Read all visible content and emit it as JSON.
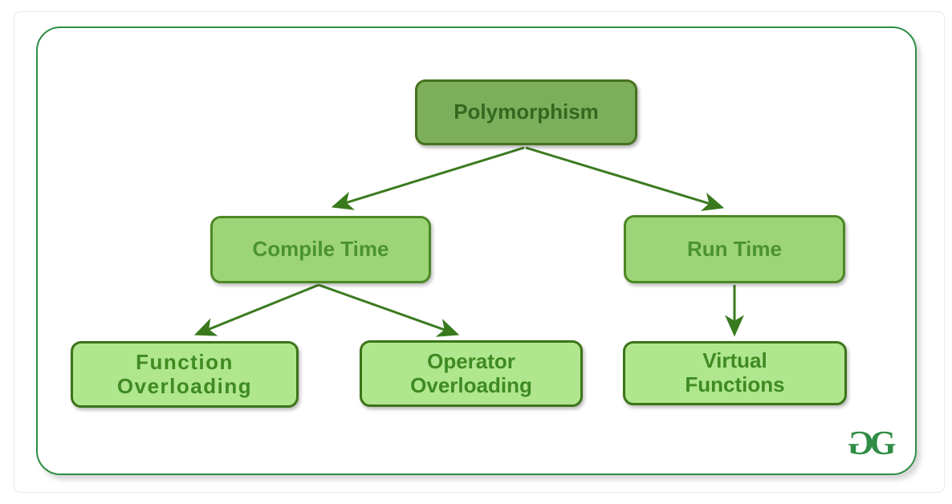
{
  "diagram": {
    "type": "tree",
    "title": "Polymorphism types hierarchy",
    "nodes": {
      "root": {
        "label": "Polymorphism",
        "level": 0
      },
      "compile_time": {
        "label": "Compile Time",
        "level": 1
      },
      "run_time": {
        "label": "Run Time",
        "level": 1
      },
      "function_overloading": {
        "label": "Function Overloading",
        "level": 2
      },
      "operator_overloading": {
        "label": "Operator Overloading",
        "level": 2
      },
      "virtual_functions": {
        "label": "Virtual Functions",
        "level": 2
      }
    },
    "edges": [
      {
        "from": "Polymorphism",
        "to": "Compile Time"
      },
      {
        "from": "Polymorphism",
        "to": "Run Time"
      },
      {
        "from": "Compile Time",
        "to": "Function Overloading"
      },
      {
        "from": "Compile Time",
        "to": "Operator Overloading"
      },
      {
        "from": "Run Time",
        "to": "Virtual Functions"
      }
    ],
    "colors": {
      "frame_green": "#2f8d46",
      "arrow_green": "#3a7a1e",
      "root_fill": "#7cae5c",
      "root_border": "#48721f",
      "root_text": "#33691f",
      "mid_fill": "#9ed478",
      "mid_border": "#4c8824",
      "mid_text": "#4a9330",
      "leaf_fill": "#afe68e",
      "leaf_border": "#3c7418",
      "leaf_text": "#3f8a22"
    }
  },
  "nodes": {
    "root": {
      "label": "Polymorphism"
    },
    "compile_time": {
      "label": "Compile Time"
    },
    "run_time": {
      "label": "Run Time"
    },
    "function_overloading": {
      "label": "Function Overloading"
    },
    "operator_overloading": {
      "label": "Operator Overloading"
    },
    "virtual_functions": {
      "label": "Virtual Functions"
    }
  },
  "logo": {
    "name": "GeeksforGeeks",
    "letter_mirrored": "G",
    "letter": "G",
    "color": "#2f8d46"
  }
}
